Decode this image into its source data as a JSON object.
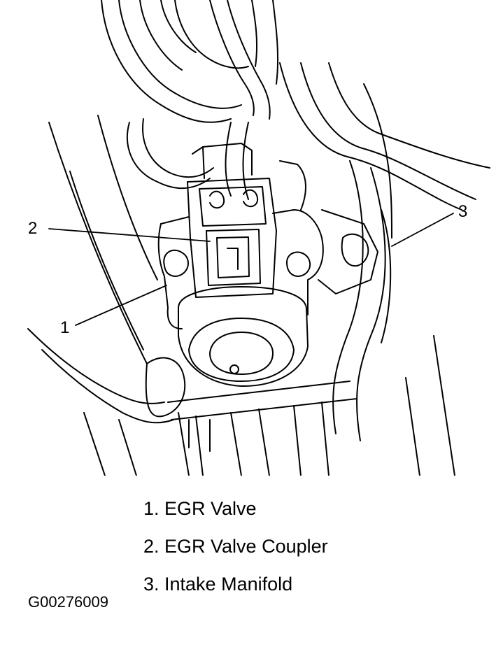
{
  "callouts": {
    "c1": "1",
    "c2": "2",
    "c3": "3"
  },
  "legend": [
    {
      "text": "1. EGR Valve"
    },
    {
      "text": "2. EGR Valve Coupler"
    },
    {
      "text": "3. Intake Manifold"
    }
  ],
  "figure_id": "G00276009"
}
